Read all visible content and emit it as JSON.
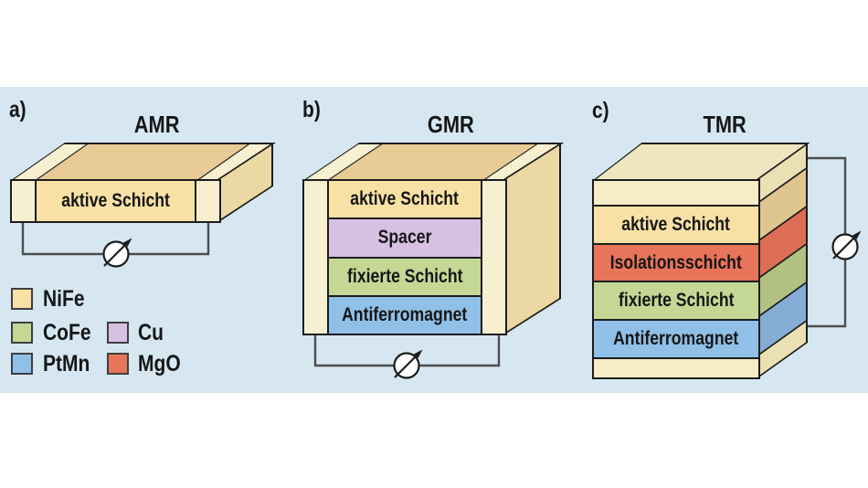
{
  "panels": [
    {
      "label": "a)",
      "title": "AMR",
      "layers": [
        "aktive Schicht"
      ],
      "contacts": "in-plane (current flows laterally through active layer)"
    },
    {
      "label": "b)",
      "title": "GMR",
      "layers": [
        "aktive Schicht",
        "Spacer",
        "fixierte Schicht",
        "Antiferromagnet"
      ],
      "contacts": "in-plane (current flows laterally through stack)"
    },
    {
      "label": "c)",
      "title": "TMR",
      "layers": [
        "aktive Schicht",
        "Isolationsschicht",
        "fixierte Schicht",
        "Antiferromagnet"
      ],
      "contacts": "perpendicular (current flows top to bottom through stack)"
    }
  ],
  "legend": [
    {
      "material": "NiFe",
      "color": "#F9E1A6"
    },
    {
      "material": "CoFe",
      "color": "#C5D795"
    },
    {
      "material": "PtMn",
      "color": "#90C0E8"
    },
    {
      "material": "Cu",
      "color": "#D8C0E2"
    },
    {
      "material": "MgO",
      "color": "#E8745A"
    }
  ],
  "meter": {
    "symbol": "circle-with-diagonal-arrow",
    "meaning": "measuring instrument / current meter"
  },
  "colors": {
    "background": "#D6E7F2",
    "page": "#FFFFFF",
    "outline": "#1C1C1C",
    "wire": "#4D4D4D",
    "nife_front": "#F9E1A6",
    "nife_top": "#E9CC95",
    "nife_side": "#ECD8A2",
    "pillar_pale": "#F7F0D0",
    "electrode_cream": "#F6ECC6",
    "tmr_top": "#EFE6C0",
    "cofe_green": "#C5D795",
    "ptmn_blue": "#90C0E8",
    "cu_lavender": "#D8C0E2",
    "mgo_red": "#E8745A",
    "side_cream": "#EAE0B4",
    "side_tan": "#DFC58E",
    "side_red": "#DB6E54",
    "side_green": "#B2C181",
    "side_blue": "#84ACD4"
  }
}
